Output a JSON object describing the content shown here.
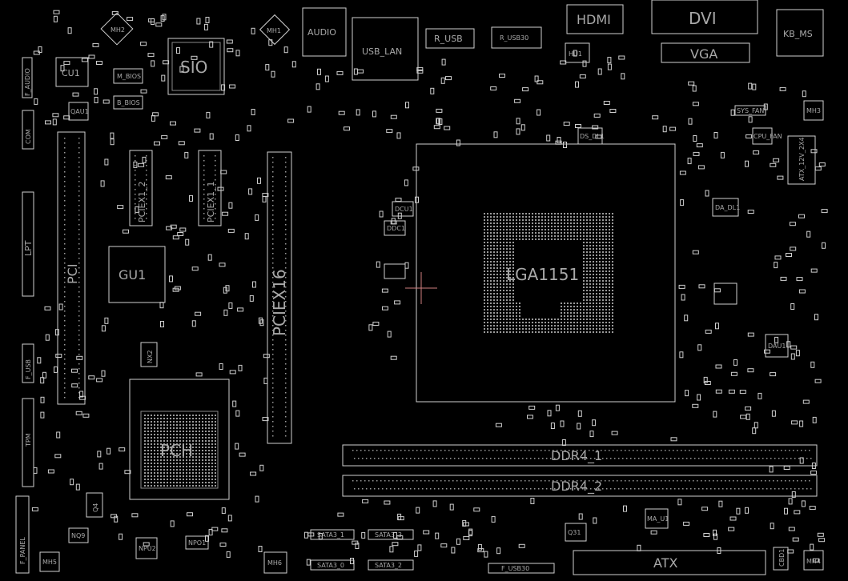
{
  "labels": {
    "cu1": "CU1",
    "mh2": "MH2",
    "sio": "SIO",
    "mh1": "MH1",
    "audio": "AUDIO",
    "usb_lan": "USB_LAN",
    "r_usb": "R_USB",
    "r_usb30": "R_USB30",
    "hdmi": "HDMI",
    "hu1": "HU1",
    "dvi": "DVI",
    "vga": "VGA",
    "kb_ms": "KB_MS",
    "mh3": "MH3",
    "f_audio": "F_AUDIO",
    "m_bios": "M_BIOS",
    "b_bios": "B_BIOS",
    "qau1": "QAU1",
    "com": "COM",
    "lpt": "LPT",
    "pci": "PCI",
    "pciex1_2": "PCIEX1_2",
    "pciex1_1": "PCIEX1_1",
    "pciex16": "PCIEX16",
    "gu1": "GU1",
    "nx2": "NX2",
    "f_usb": "F_USB",
    "tpm": "TPM",
    "pch": "PCH",
    "q4": "Q4",
    "nq9": "NQ9",
    "mh5": "MH5",
    "f_panel": "F_PANEL",
    "npu2": "NPU2",
    "npo1": "NPO1",
    "mh6": "MH6",
    "lga1151": "LGA1151",
    "dcu1": "DCU1",
    "ddc1": "DDC1",
    "ddr4_1": "DDR4_1",
    "ddr4_2": "DDR4_2",
    "sata3_1": "SATA3_1",
    "sata3_3": "SATA3_3",
    "sata3_0": "SATA3_0",
    "sata3_2": "SATA3_2",
    "f_usb30": "F_USB30",
    "atx": "ATX",
    "q31": "Q31",
    "ma_u1": "MA_U1",
    "dau1": "DAU1",
    "atx_12v_2x4": "ATX_12V_2X4",
    "mh4": "MH4",
    "cbd1": "CBD1",
    "sys_fan": "SYS_FAN",
    "ds_dl1": "DS_DL1",
    "da_dl1": "DA_DL1",
    "cpu_fan": "CPU_FAN"
  },
  "colors": {
    "background": "#000000",
    "outline": "#d0d0d0",
    "label": "#a8a8a8",
    "crosshair": "#d08080"
  }
}
